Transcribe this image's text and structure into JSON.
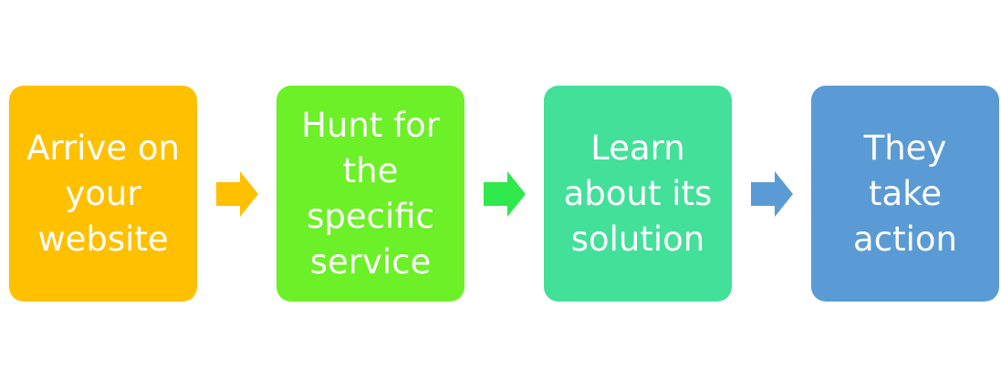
{
  "steps": [
    {
      "label": "Arrive on\nyour\nwebsite",
      "color": "#FFC000"
    },
    {
      "label": "Hunt for\nthe\nspecific\nservice",
      "color": "#6CF027"
    },
    {
      "label": "Learn\nabout its\nsolution",
      "color": "#43E09A"
    },
    {
      "label": "They\ntake\naction",
      "color": "#5B9BD5"
    }
  ],
  "arrows": [
    {
      "color": "#FFC000",
      "icon": "arrow-right-icon"
    },
    {
      "color": "#2EE84C",
      "icon": "arrow-right-icon"
    },
    {
      "color": "#5B9BD5",
      "icon": "arrow-right-icon"
    }
  ]
}
